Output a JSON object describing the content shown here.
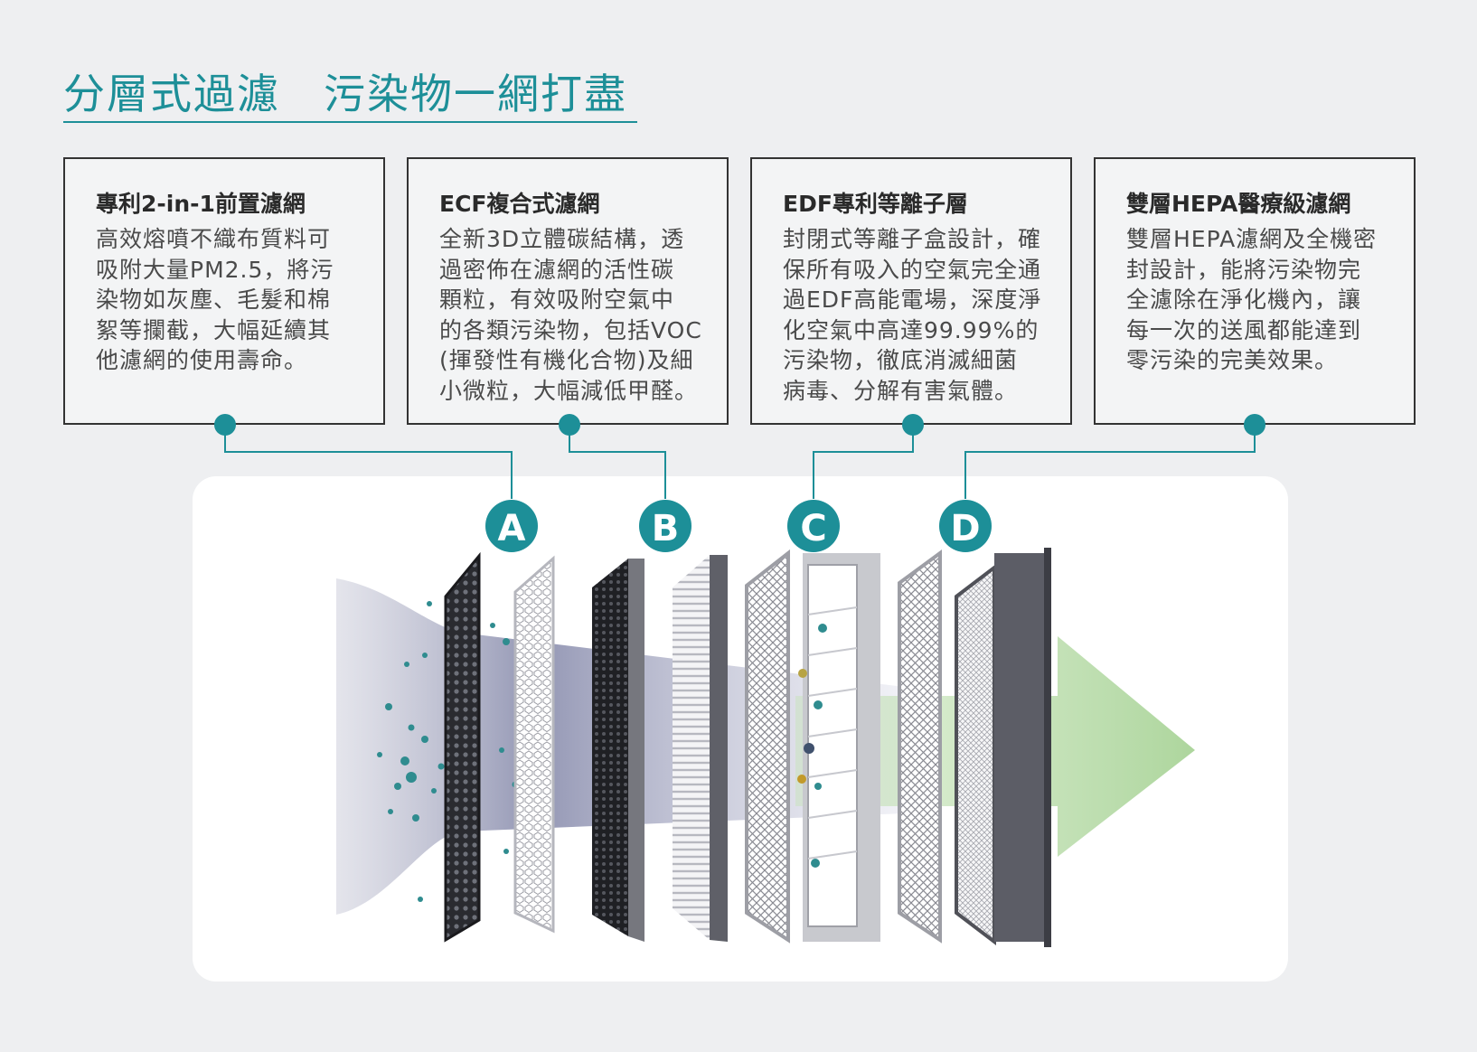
{
  "title": "分層式過濾　污染物一網打盡",
  "colors": {
    "accent": "#1d8f98",
    "flow_gray": "#8f92b0",
    "flow_green": "#a9d49b",
    "panel_dark": "#55565f"
  },
  "cards": [
    {
      "heading": "專利2-in-1前置濾網",
      "lines": [
        "高效熔噴不織布質料可",
        "吸附大量PM2.5，將污",
        "染物如灰塵、毛髮和棉",
        "絮等攔截，大幅延續其",
        "他濾網的使用壽命。"
      ]
    },
    {
      "heading": "ECF複合式濾網",
      "lines": [
        "全新3D立體碳結構，透",
        "過密佈在濾網的活性碳",
        "顆粒，有效吸附空氣中",
        "的各類污染物，包括VOC",
        "(揮發性有機化合物)及細",
        "小微粒，大幅減低甲醛。"
      ]
    },
    {
      "heading": "EDF專利等離子層",
      "lines": [
        "封閉式等離子盒設計，確",
        "保所有吸入的空氣完全通",
        "過EDF高能電場，深度淨",
        "化空氣中高達99.99%的",
        "污染物，徹底消滅細菌",
        "病毒、分解有害氣體。"
      ]
    },
    {
      "heading": "雙層HEPA醫療級濾網",
      "lines": [
        "雙層HEPA濾網及全機密",
        "封設計，能將污染物完",
        "全濾除在淨化機內，讓",
        "每一次的送風都能達到",
        "零污染的完美效果。"
      ]
    }
  ],
  "markers": [
    "A",
    "B",
    "C",
    "D"
  ]
}
